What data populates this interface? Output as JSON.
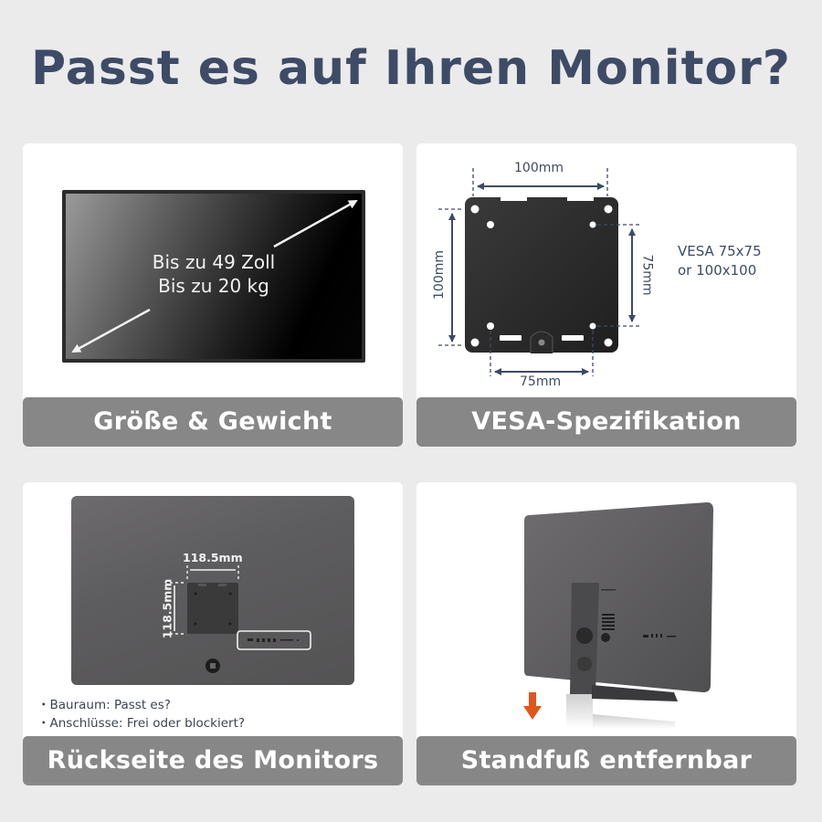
{
  "header": {
    "title": "Passt es auf Ihren Monitor?"
  },
  "cards": [
    {
      "id": "size-weight",
      "label": "Größe & Gewicht",
      "screen_text": [
        "Bis zu 49 Zoll",
        "Bis zu 20 kg"
      ],
      "icon": "diagonal-double-arrow-icon"
    },
    {
      "id": "vesa",
      "label": "VESA-Spezifikation",
      "dimensions": {
        "top": "100mm",
        "left": "100mm",
        "right": "75mm",
        "bottom": "75mm"
      },
      "note": [
        "VESA 75x75",
        "or 100x100"
      ]
    },
    {
      "id": "monitor-back",
      "label": "Rückseite des Monitors",
      "dimensions": {
        "width": "118.5mm",
        "height": "118.5mm"
      },
      "notes": [
        "・Bauraum: Passt es?",
        "・Anschlüsse: Frei oder blockiert?"
      ]
    },
    {
      "id": "stand-removable",
      "label": "Standfuß entfernbar",
      "arrow_color": "#e0561b"
    }
  ],
  "colors": {
    "background": "#ebebeb",
    "title": "#3d4b66",
    "label_bg": "#878787",
    "card_bg": "#ffffff",
    "dimension_lines": "#3d4b66",
    "accent_arrow": "#e0561b"
  }
}
